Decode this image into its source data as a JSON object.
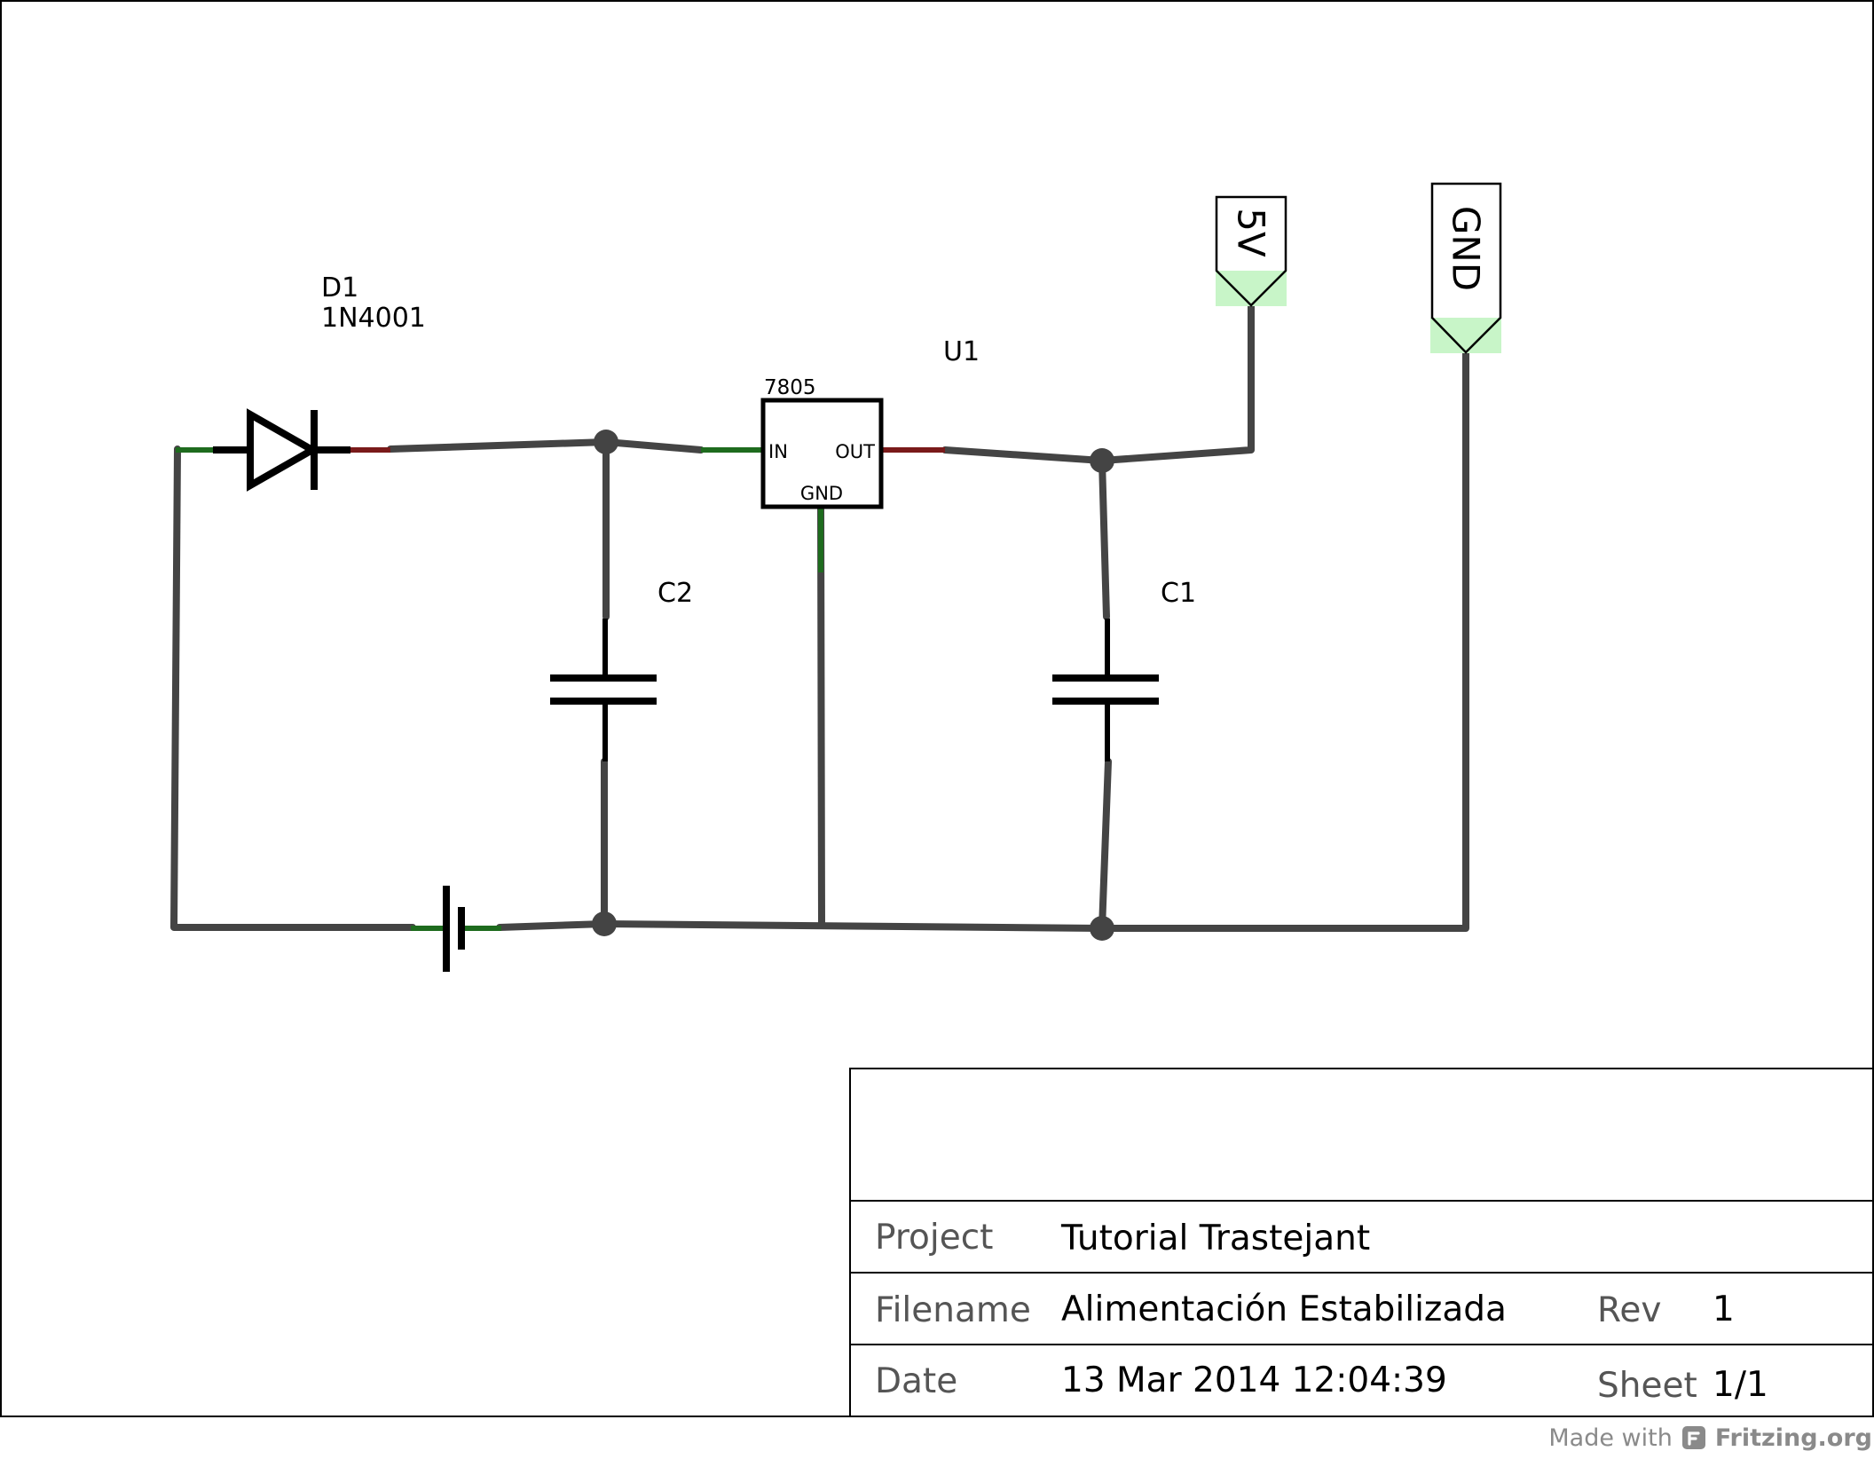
{
  "components": {
    "diode": {
      "ref": "D1",
      "part": "1N4001"
    },
    "regulator": {
      "ref": "U1",
      "part": "7805",
      "pin_in": "IN",
      "pin_out": "OUT",
      "pin_gnd": "GND"
    },
    "cap_c2": {
      "ref": "C2"
    },
    "cap_c1": {
      "ref": "C1"
    },
    "net_5v": {
      "label": "5V"
    },
    "net_gnd": {
      "label": "GND"
    }
  },
  "title_block": {
    "project_label": "Project",
    "project_value": "Tutorial Trastejant",
    "filename_label": "Filename",
    "filename_value": "Alimentación Estabilizada",
    "rev_label": "Rev",
    "rev_value": "1",
    "date_label": "Date",
    "date_value": "13 Mar 2014 12:04:39",
    "sheet_label": "Sheet",
    "sheet_value": "1/1"
  },
  "footer": {
    "made_with": "Made with",
    "brand": "Fritzing.org"
  },
  "colors": {
    "wire": "#444444",
    "symbol": "#000000",
    "pin_ok": "#1e6b1e",
    "pin_warn": "#7a1a1a",
    "net_highlight": "#c8f5c8"
  }
}
